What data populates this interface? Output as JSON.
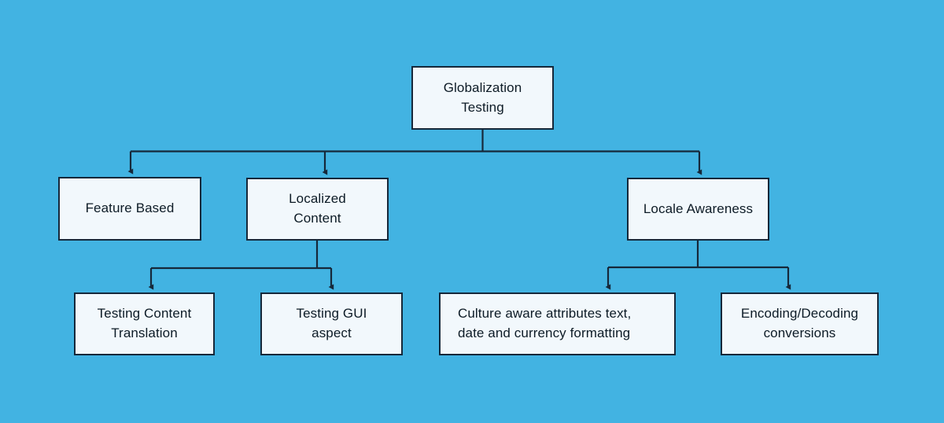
{
  "diagram": {
    "title": "Globalization Testing hierarchy",
    "background_color": "#42b3e2",
    "node_fill_color": "#f2f8fc",
    "node_border_color": "#16283a",
    "connector_color": "#16283a",
    "nodes": {
      "root": "Globalization\nTesting",
      "feature_based": "Feature Based",
      "localized_content": "Localized\nContent",
      "locale_awareness": "Locale Awareness",
      "testing_content_translation": "Testing Content\nTranslation",
      "testing_gui_aspect": "Testing GUI\naspect",
      "culture_aware": "Culture aware attributes text,\ndate and currency formatting",
      "encoding_decoding": "Encoding/Decoding\nconversions"
    }
  }
}
